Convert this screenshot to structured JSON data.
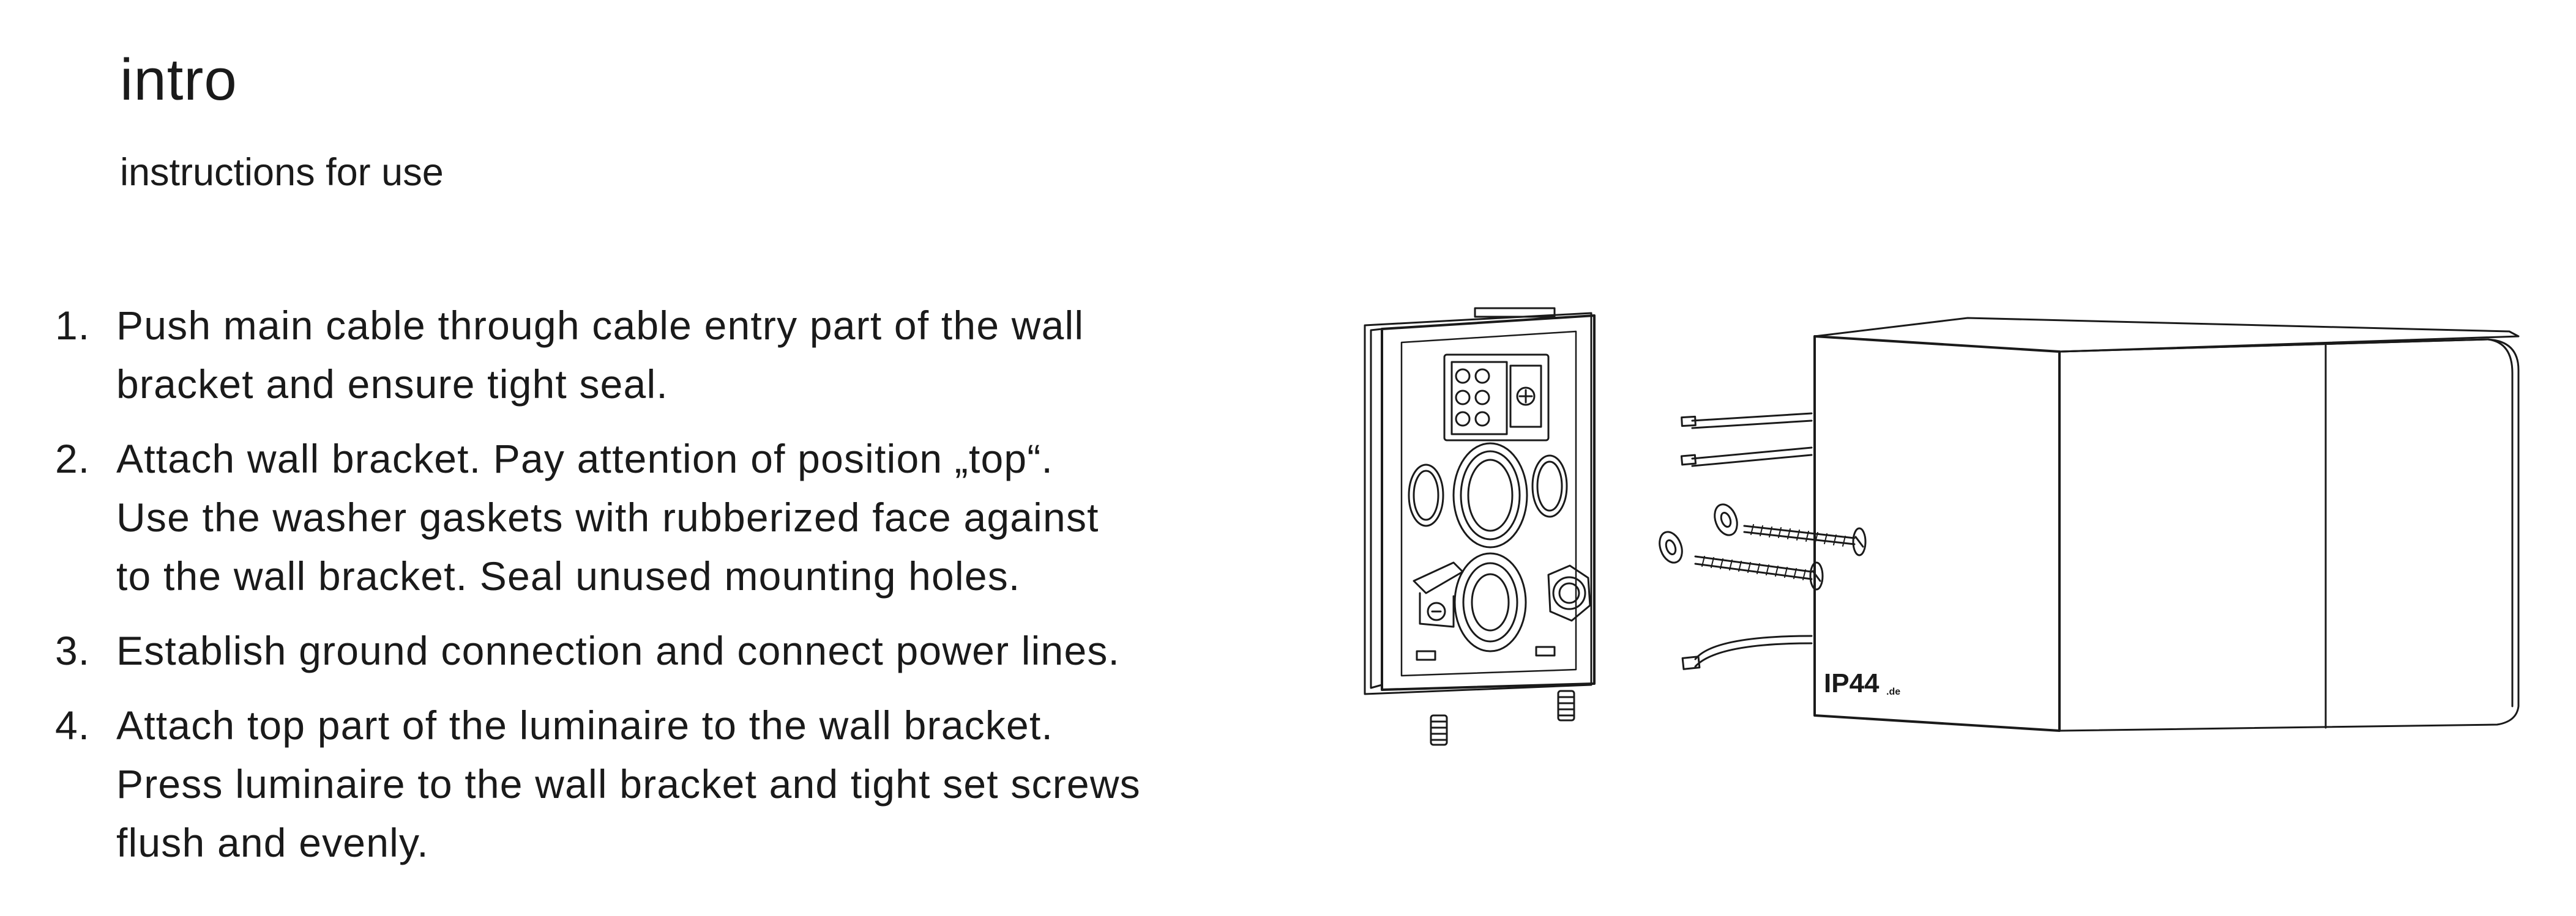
{
  "document": {
    "title": "intro",
    "subtitle": "instructions for use",
    "steps": [
      {
        "number": "1.",
        "text": "Push main cable through cable entry part of the wall\nbracket and ensure tight seal."
      },
      {
        "number": "2.",
        "text": "Attach wall bracket. Pay attention of position „top“.\nUse the washer gaskets with rubberized face against\nto the wall bracket. Seal unused mounting holes."
      },
      {
        "number": "3.",
        "text": "Establish ground connection and connect power lines."
      },
      {
        "number": "4.",
        "text": "Attach top part of the luminaire to the wall bracket.\nPress luminaire to the wall bracket and tight set screws\nflush and evenly."
      }
    ]
  },
  "illustration": {
    "badge_text": "IP44",
    "badge_suffix": ".de",
    "line_color": "#1a1a1a"
  }
}
